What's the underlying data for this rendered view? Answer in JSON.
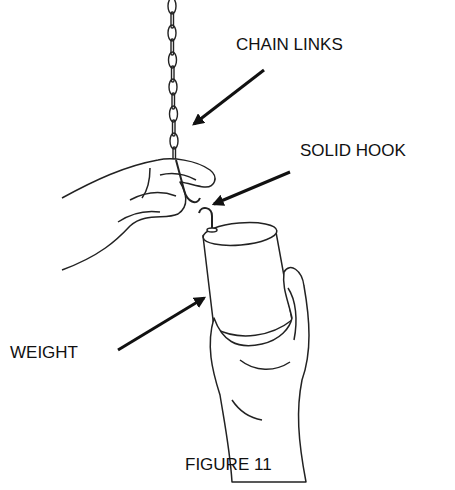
{
  "diagram": {
    "caption": "FIGURE 11",
    "labels": [
      "CHAIN LINKS",
      "SOLID HOOK",
      "WEIGHT"
    ]
  }
}
